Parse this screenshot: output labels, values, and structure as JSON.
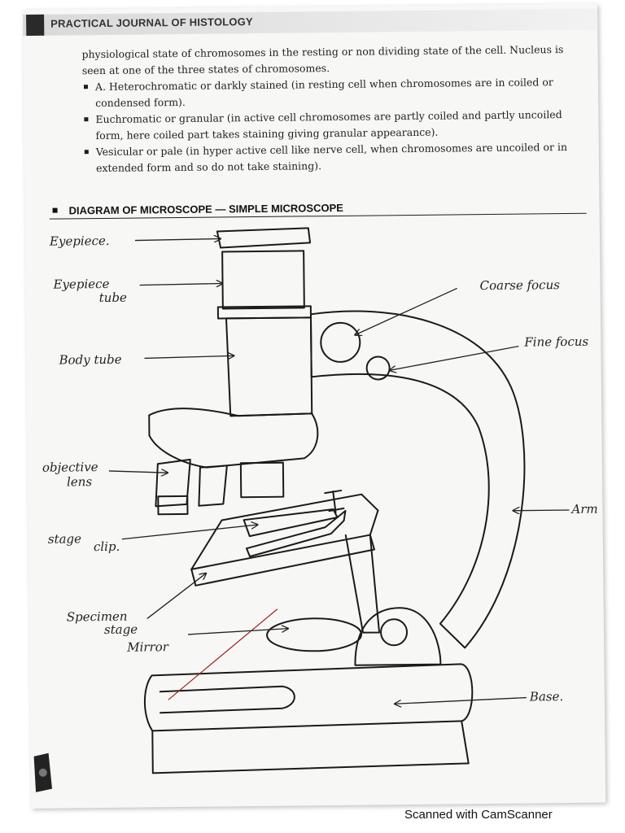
{
  "header": {
    "journal_title": "PRACTICAL JOURNAL OF HISTOLOGY"
  },
  "body": {
    "intro": "physiological state of chromosomes in the resting or non dividing state of the cell. Nucleus is seen at one of the three states of chromosomes.",
    "bullets": [
      "A. Heterochromatic or darkly stained (in resting cell when chromosomes are in coiled or condensed form).",
      "Euchromatic or granular (in active cell chromosomes are partly coiled and partly uncoiled form, here coiled part takes staining giving granular appearance).",
      "Vesicular or pale (in hyper active cell like nerve cell, when chromosomes are uncoiled or in extended form and so do not take staining)."
    ]
  },
  "section": {
    "heading": "DIAGRAM OF MICROSCOPE — SIMPLE MICROSCOPE"
  },
  "diagram": {
    "labels": {
      "eyepiece": "Eyepiece.",
      "eyepiece_tube_1": "Eyepiece",
      "eyepiece_tube_2": "tube",
      "body_tube": "Body tube",
      "objective_1": "objective",
      "objective_2": "lens",
      "stage_clip_1": "stage",
      "stage_clip_2": "clip.",
      "specimen_1": "Specimen",
      "specimen_2": "stage",
      "mirror": "Mirror",
      "coarse_focus": "Coarse focus",
      "fine_focus": "Fine focus",
      "arm": "Arm",
      "base": "Base."
    }
  },
  "footer": {
    "scanner": "Scanned with CamScanner"
  }
}
